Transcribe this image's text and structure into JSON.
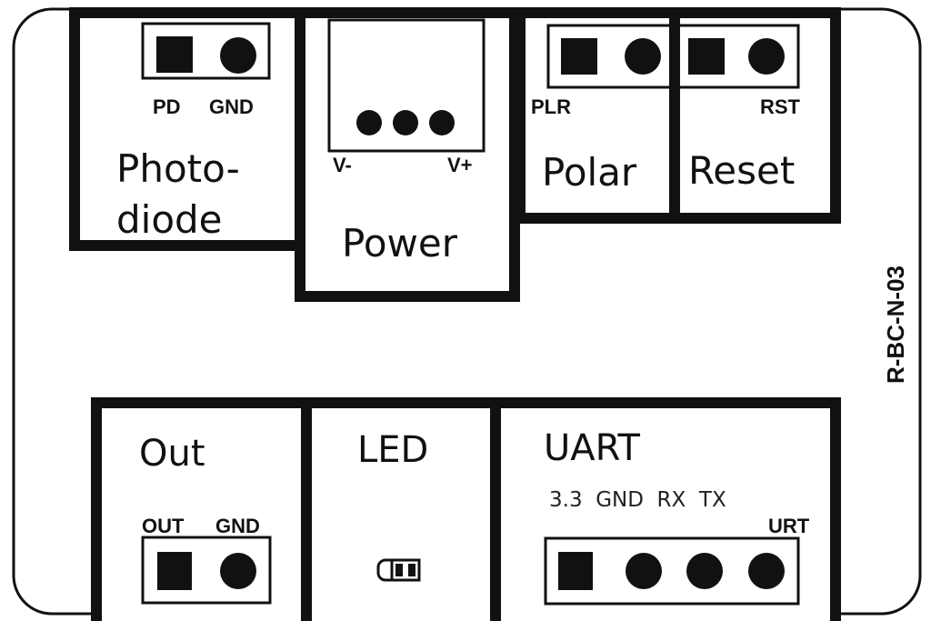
{
  "board": {
    "id": "R-BC-N-03"
  },
  "photodiode": {
    "title_line1": "Photo-",
    "title_line2": "diode",
    "pins": [
      "PD",
      "GND"
    ]
  },
  "power": {
    "title": "Power",
    "pins": [
      "V-",
      "V+"
    ]
  },
  "polar": {
    "title": "Polar",
    "pin_label": "PLR"
  },
  "reset": {
    "title": "Reset",
    "pin_label": "RST"
  },
  "out": {
    "title": "Out",
    "pins": [
      "OUT",
      "GND"
    ]
  },
  "led": {
    "title": "LED"
  },
  "uart": {
    "title": "UART",
    "pins_text": "3.3  GND  RX  TX",
    "header_label": "URT"
  },
  "colors": {
    "ink": "#111111",
    "background": "#ffffff"
  }
}
